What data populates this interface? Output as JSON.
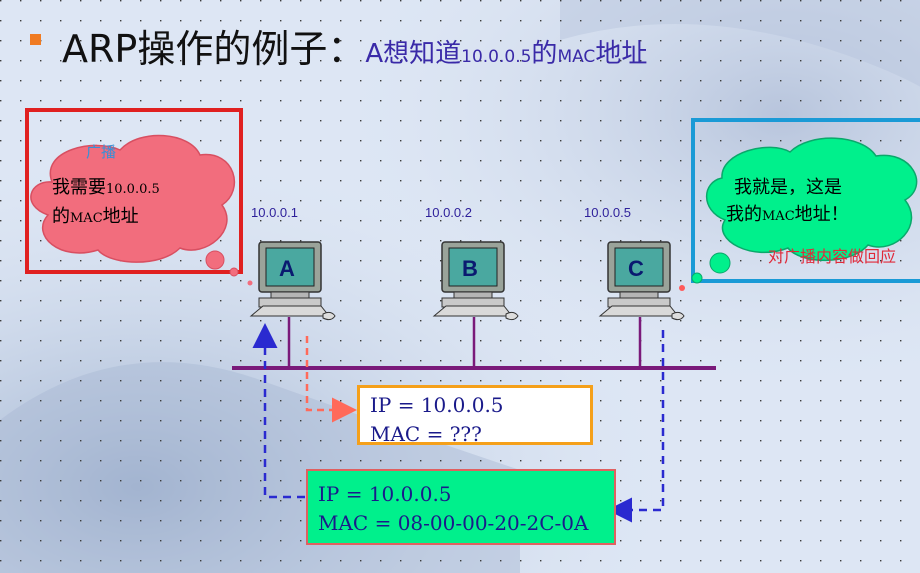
{
  "title": {
    "main": "ARP操作的例子：",
    "sub_a": "A想知道",
    "sub_ip": "10.0.0.5",
    "sub_de": "的",
    "sub_mac": "MAC",
    "sub_end": "地址"
  },
  "hosts": [
    {
      "letter": "A",
      "ip": "10.0.0.1"
    },
    {
      "letter": "B",
      "ip": "10.0.0.2"
    },
    {
      "letter": "C",
      "ip": "10.0.0.5"
    }
  ],
  "left_callout": {
    "tag": "广播",
    "line1_a": "我需要",
    "line1_b": "10.0.0.5",
    "line2_a": "的",
    "line2_b": "MAC",
    "line2_c": "地址"
  },
  "right_callout": {
    "line1": "我就是，这是",
    "line2_a": "我的",
    "line2_b": "MAC",
    "line2_c": "地址！",
    "note": "对广播内容做回应"
  },
  "request_box": {
    "line1": "IP = 10.0.0.5",
    "line2": "MAC = ???"
  },
  "reply_box": {
    "line1": "IP = 10.0.0.5",
    "line2": "MAC = 08-00-00-20-2C-0A"
  },
  "colors": {
    "background": "#dde6f4",
    "bus": "#7a1a7a",
    "request_frame": "#f5a01a",
    "reply_fill": "#00f08c",
    "reply_frame": "#e06060",
    "left_frame": "#e02020",
    "right_frame": "#1a9ad6",
    "cloud_left": "#f26d7d",
    "cloud_right": "#00f08c",
    "arrow_request": "#ff6a5a",
    "arrow_reply": "#2a2ad0"
  }
}
